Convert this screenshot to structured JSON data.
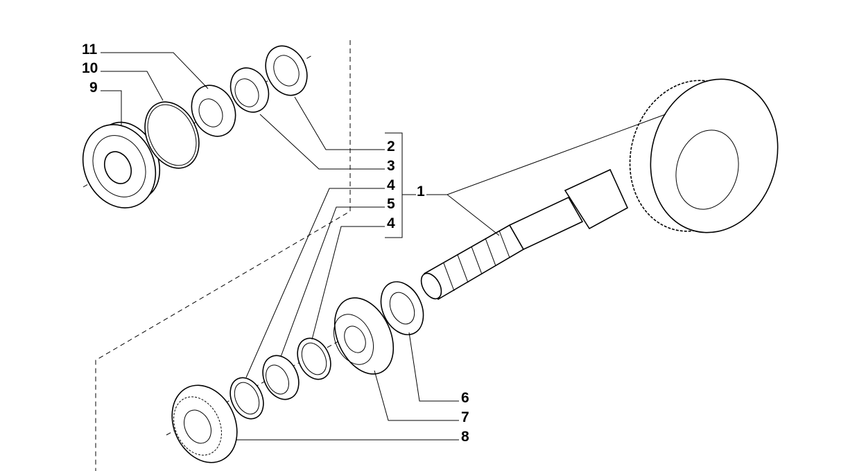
{
  "callouts": {
    "c11": "11",
    "c10": "10",
    "c9": "9",
    "c2": "2",
    "c3": "3",
    "c4a": "4",
    "c5": "5",
    "c4b": "4",
    "c1": "1",
    "c6": "6",
    "c7": "7",
    "c8": "8"
  }
}
